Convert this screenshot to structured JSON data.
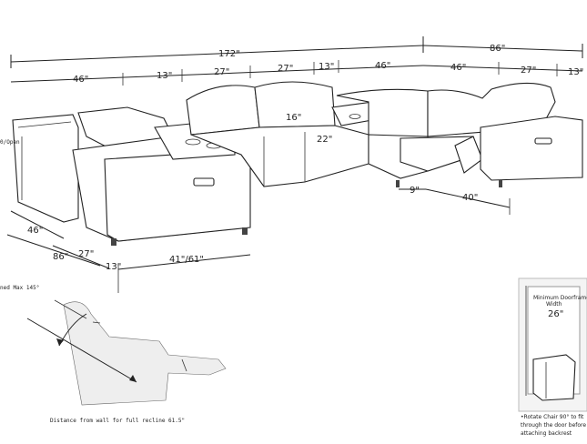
{
  "dimensions": {
    "overall_width": "172\"",
    "overall_depth_right": "86\"",
    "left_seat": "46\"",
    "console_1": "13\"",
    "seat_a": "27\"",
    "seat_b": "27\"",
    "console_2": "13\"",
    "corner_1": "46\"",
    "corner_2": "46\"",
    "seat_c": "27\"",
    "console_3": "13\"",
    "back_height": "16\"",
    "seat_depth": "22\"",
    "leg_gap": "9\"",
    "reclined_length": "40\"",
    "side_left_1": "46\"",
    "side_left_2": "86\"",
    "side_seat": "27\"",
    "side_console": "13\"",
    "recline_depth": "41\"/61\"",
    "left_open": "0/Open"
  },
  "recline_diagram": {
    "angle_label": "ned Max 145°",
    "wall_distance": "Distance from wall for full recline 61.5\""
  },
  "door_inset": {
    "title": "Minimum Doorframe Width",
    "width": "26\"",
    "note": "•Rotate Chair 90° to fit through the door before attaching backrest"
  },
  "icons": {
    "control_panel": "control-panel-icon"
  }
}
